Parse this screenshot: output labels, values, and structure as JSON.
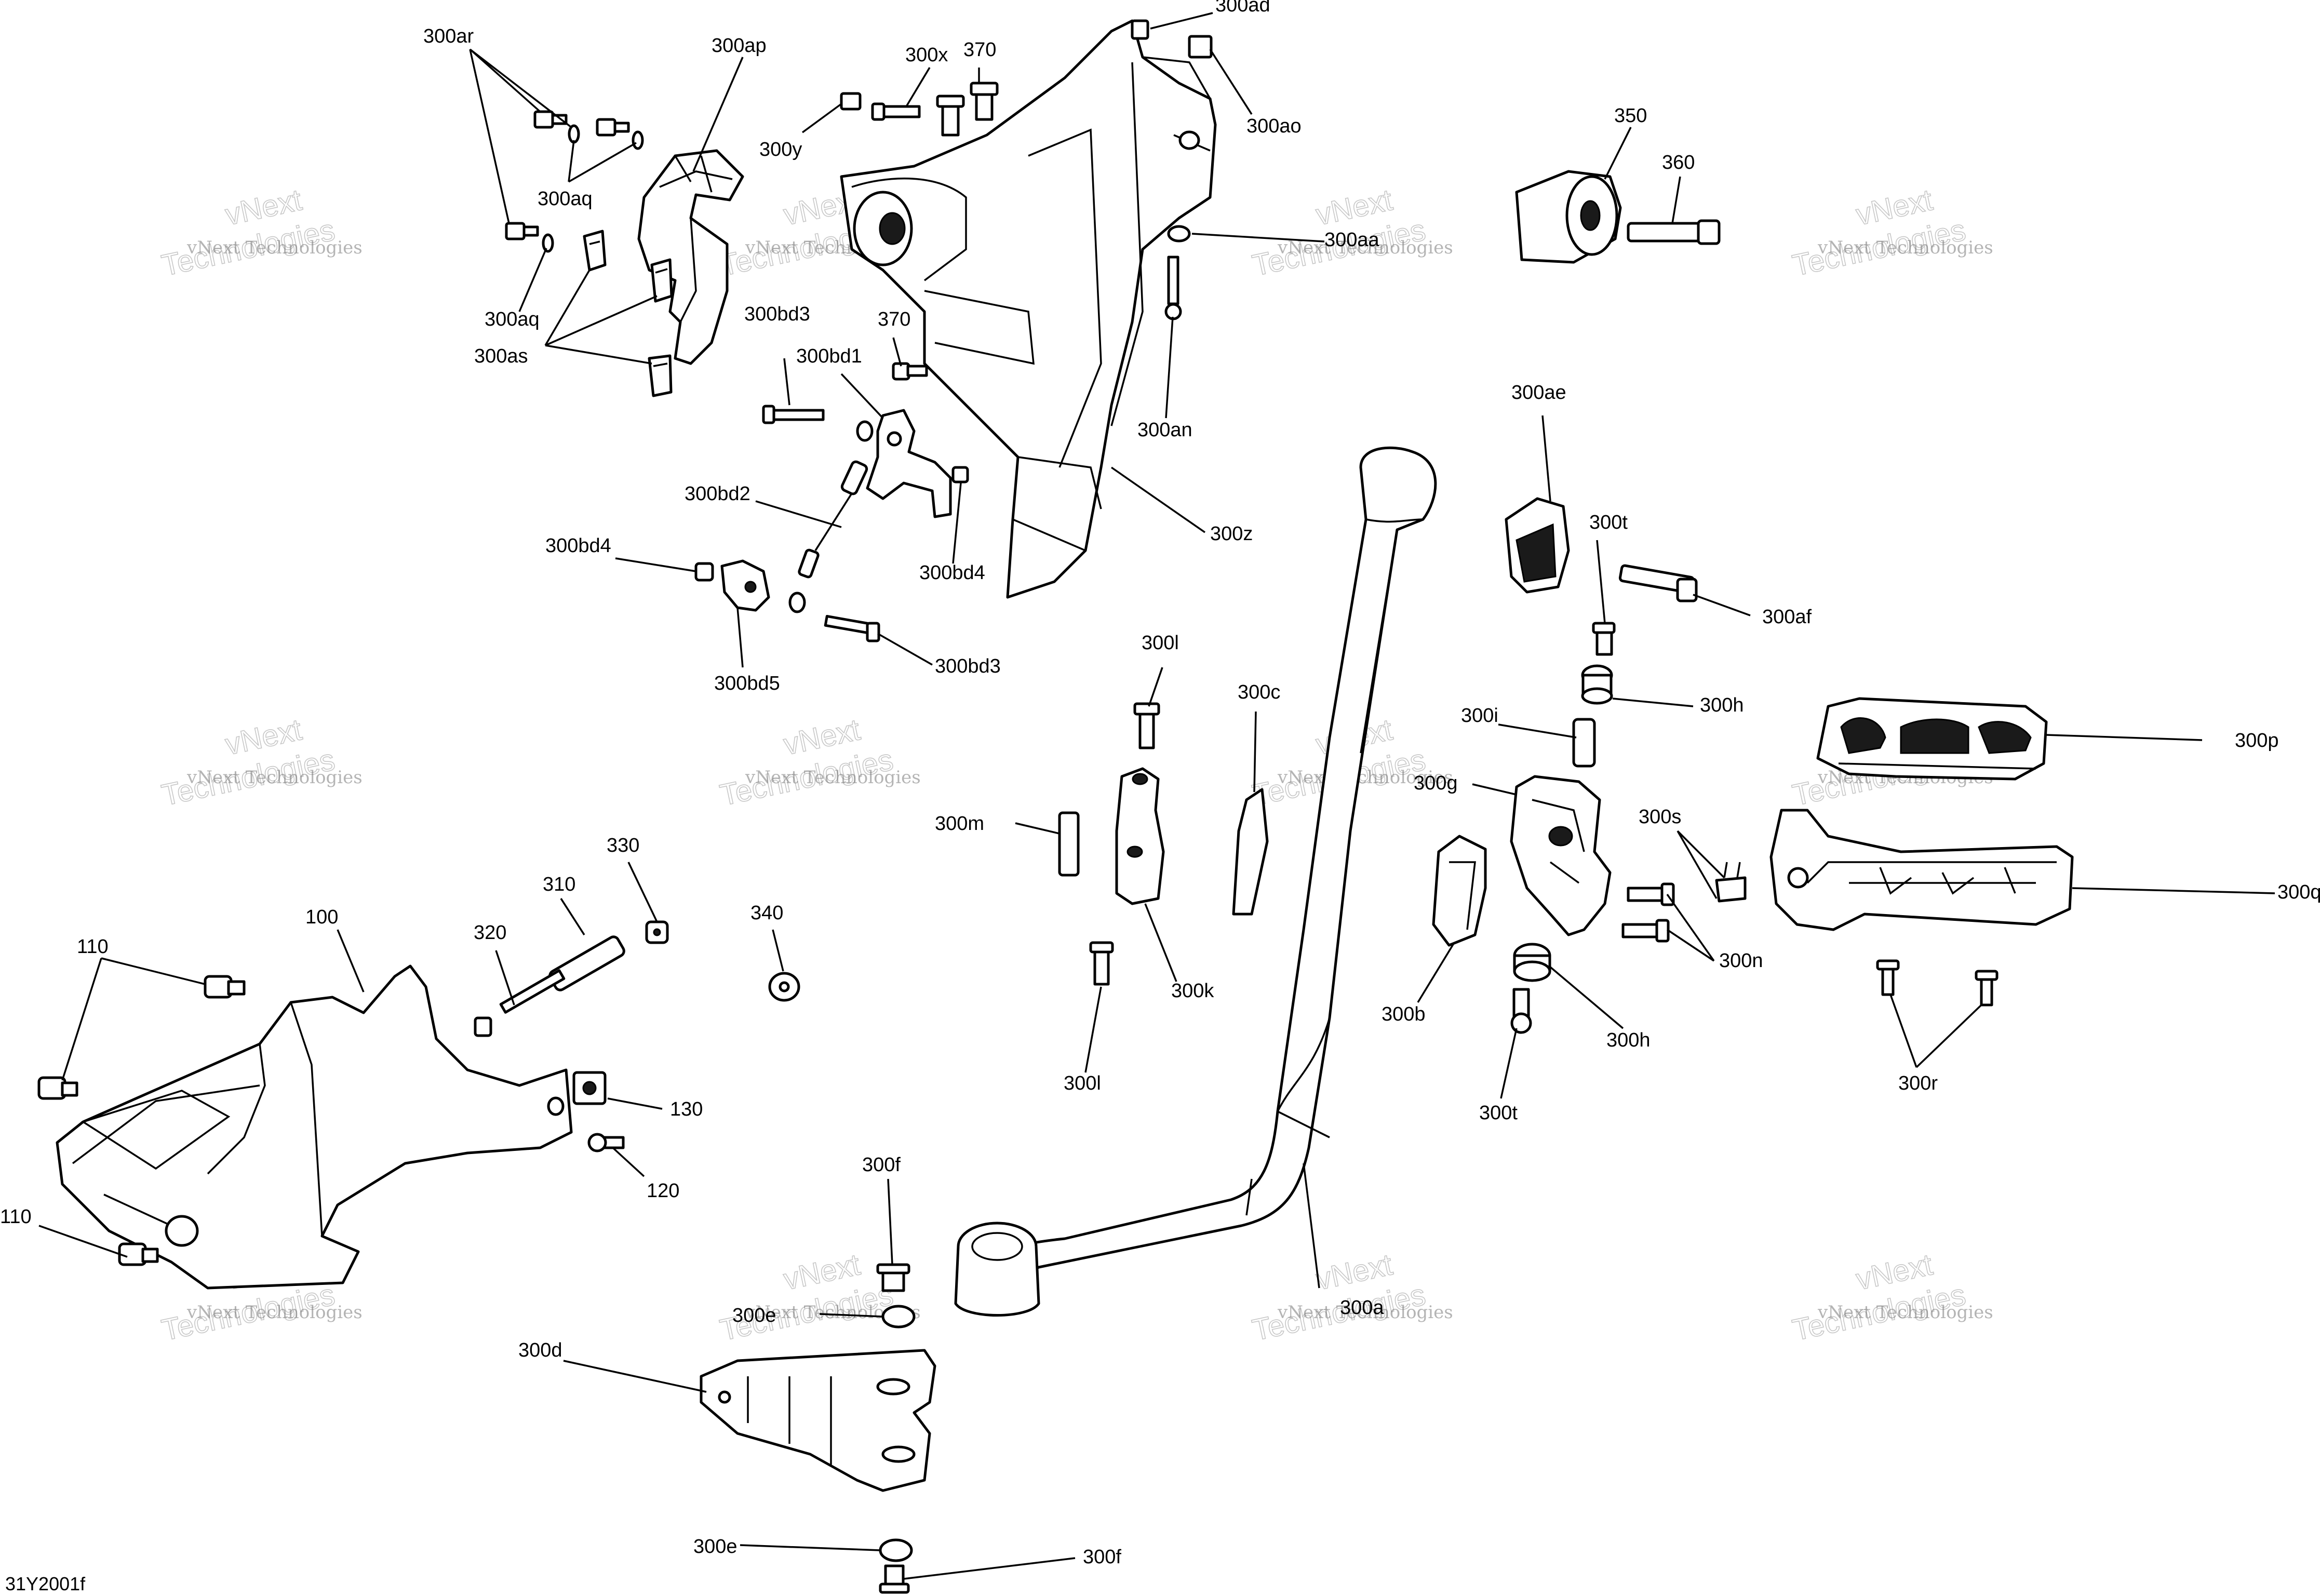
{
  "figure_id": "31Y2001f",
  "watermark": {
    "brand": "vNext",
    "sub": "Technologies",
    "full": "vNext Technologies"
  },
  "callouts": {
    "c300ar": "300ar",
    "c300ap": "300ap",
    "c300x": "300x",
    "c370a": "370",
    "c300ad": "300ad",
    "c300ao": "300ao",
    "c300y": "300y",
    "c300aq_a": "300aq",
    "c300aq_b": "300aq",
    "c300as": "300as",
    "c300aa": "300aa",
    "c300an": "300an",
    "c350": "350",
    "c360": "360",
    "c300bd3_a": "300bd3",
    "c300bd1": "300bd1",
    "c370b": "370",
    "c300bd2": "300bd2",
    "c300bd4_a": "300bd4",
    "c300bd4_b": "300bd4",
    "c300bd5": "300bd5",
    "c300bd3_b": "300bd3",
    "c300z": "300z",
    "c300ae": "300ae",
    "c300t_a": "300t",
    "c300af": "300af",
    "c300l_a": "300l",
    "c300c": "300c",
    "c300h_a": "300h",
    "c300i": "300i",
    "c300p": "300p",
    "c300m": "300m",
    "c300g": "300g",
    "c300s": "300s",
    "c300q": "300q",
    "c300k": "300k",
    "c300l_b": "300l",
    "c300b": "300b",
    "c300n": "300n",
    "c300h_b": "300h",
    "c300t_b": "300t",
    "c300r": "300r",
    "c110a": "110",
    "c100": "100",
    "c330": "330",
    "c310": "310",
    "c320": "320",
    "c340": "340",
    "c130": "130",
    "c120": "120",
    "c110b": "110",
    "c300f_a": "300f",
    "c300e_a": "300e",
    "c300a": "300a",
    "c300d": "300d",
    "c300e_b": "300e",
    "c300f_b": "300f"
  }
}
